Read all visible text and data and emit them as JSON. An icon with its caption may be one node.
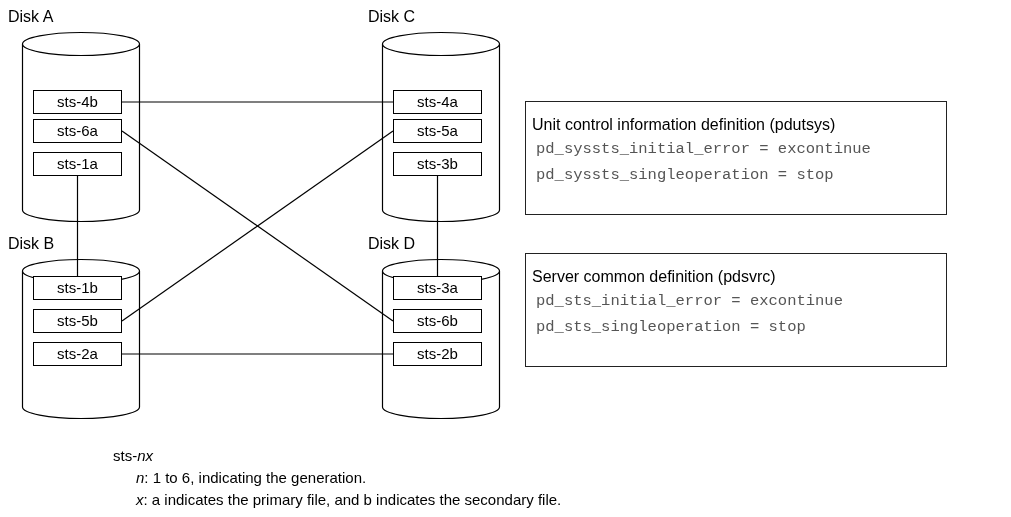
{
  "diagram": {
    "nodes": [
      {
        "text": [
          "Disk A"
        ]
      },
      {
        "text": [
          "sts-4b"
        ],
        "in": 0
      },
      {
        "text": [
          "sts-6a"
        ],
        "in": 0
      },
      {
        "text": [
          "sts-1a"
        ],
        "in": 0
      },
      {
        "text": [
          "Disk C"
        ]
      },
      {
        "text": [
          "sts-4a"
        ],
        "in": 4
      },
      {
        "text": [
          "sts-5a"
        ],
        "in": 4
      },
      {
        "text": [
          "sts-3b"
        ],
        "in": 4
      },
      {
        "text": [
          "Unit control information definition (pdutsys)",
          "pd_syssts_initial_error = excontinue",
          "pd_syssts_singleoperation = stop"
        ]
      },
      {
        "text": [
          "Disk B"
        ]
      },
      {
        "text": [
          "sts-1b"
        ],
        "in": 9
      },
      {
        "text": [
          "sts-5b"
        ],
        "in": 9
      },
      {
        "text": [
          "sts-2a"
        ],
        "in": 9
      },
      {
        "text": [
          "Disk D"
        ]
      },
      {
        "text": [
          "sts-3a"
        ],
        "in": 13
      },
      {
        "text": [
          "sts-6b"
        ],
        "in": 13
      },
      {
        "text": [
          "sts-2b"
        ],
        "in": 13
      },
      {
        "text": [
          "Server common definition (pdsvrc)",
          "pd_sts_initial_error = excontinue",
          "pd_sts_singleoperation = stop"
        ]
      }
    ],
    "edges": [
      {
        "from": 1,
        "to": 5,
        "arrow": "none"
      },
      {
        "from": 2,
        "to": 15,
        "arrow": "none"
      },
      {
        "from": 3,
        "to": 10,
        "arrow": "none"
      },
      {
        "from": 6,
        "to": 11,
        "arrow": "none"
      },
      {
        "from": 7,
        "to": 14,
        "arrow": "none"
      },
      {
        "from": 12,
        "to": 16,
        "arrow": "none"
      }
    ],
    "labels": [
      "sts-*nx*",
      "*n*: 1 to 6, indicating the generation.",
      "*x*: a indicates the primary file, and b indicates the secondary file."
    ]
  }
}
